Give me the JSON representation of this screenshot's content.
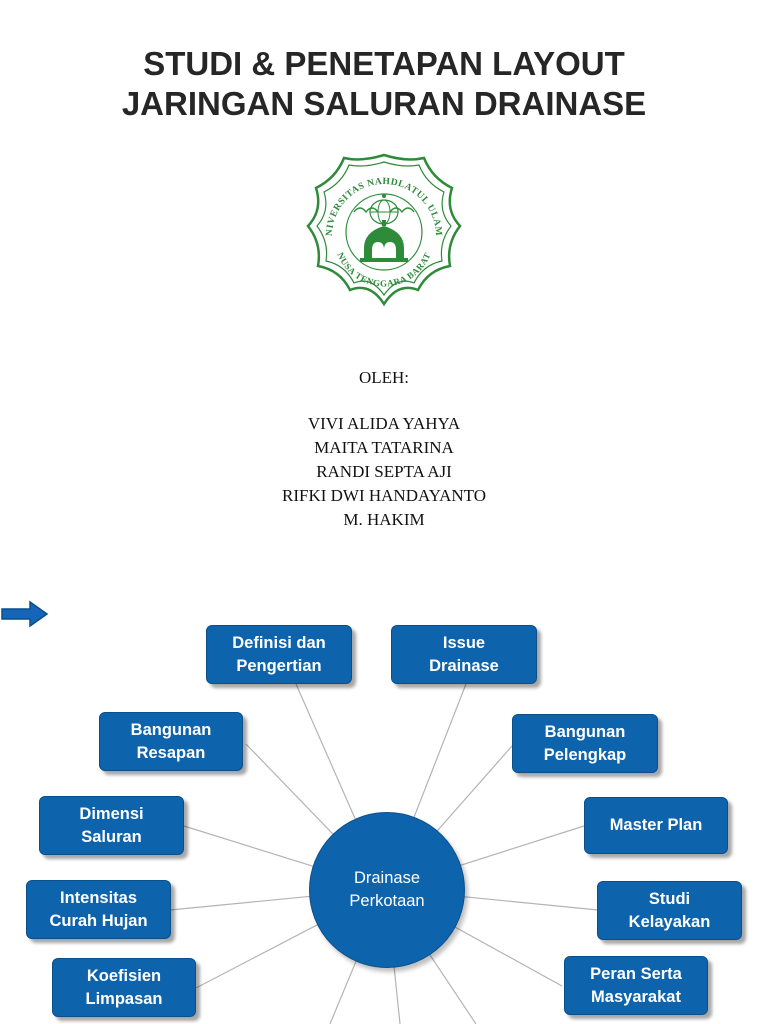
{
  "title": {
    "line1": "STUDI & PENETAPAN LAYOUT",
    "line2": "JARINGAN SALURAN DRAINASE"
  },
  "logo": {
    "text_top": "UNIVERSITAS NAHDLATUL ULAMA",
    "text_bottom": "NUSA TENGGARA BARAT",
    "color": "#2e8b3a"
  },
  "byline": {
    "label": "OLEH:",
    "authors": [
      "VIVI ALIDA YAHYA",
      "MAITA TATARINA",
      "RANDI SEPTA AJI",
      "RIFKI DWI HANDAYANTO",
      "M. HAKIM"
    ]
  },
  "diagram": {
    "hub": {
      "line1": "Drainase",
      "line2": "Perkotaan"
    },
    "nodes": [
      {
        "line1": "Definisi dan",
        "line2": "Pengertian"
      },
      {
        "line1": "Issue",
        "line2": "Drainase"
      },
      {
        "line1": "Bangunan",
        "line2": "Resapan"
      },
      {
        "line1": "Bangunan",
        "line2": "Pelengkap"
      },
      {
        "line1": "Dimensi",
        "line2": "Saluran"
      },
      {
        "line1": "Master Plan",
        "line2": ""
      },
      {
        "line1": "Intensitas",
        "line2": "Curah Hujan"
      },
      {
        "line1": "Studi",
        "line2": "Kelayakan"
      },
      {
        "line1": "Koefisien",
        "line2": "Limpasan"
      },
      {
        "line1": "Peran Serta",
        "line2": "Masyarakat"
      }
    ],
    "accent_color": "#0e63ad"
  }
}
